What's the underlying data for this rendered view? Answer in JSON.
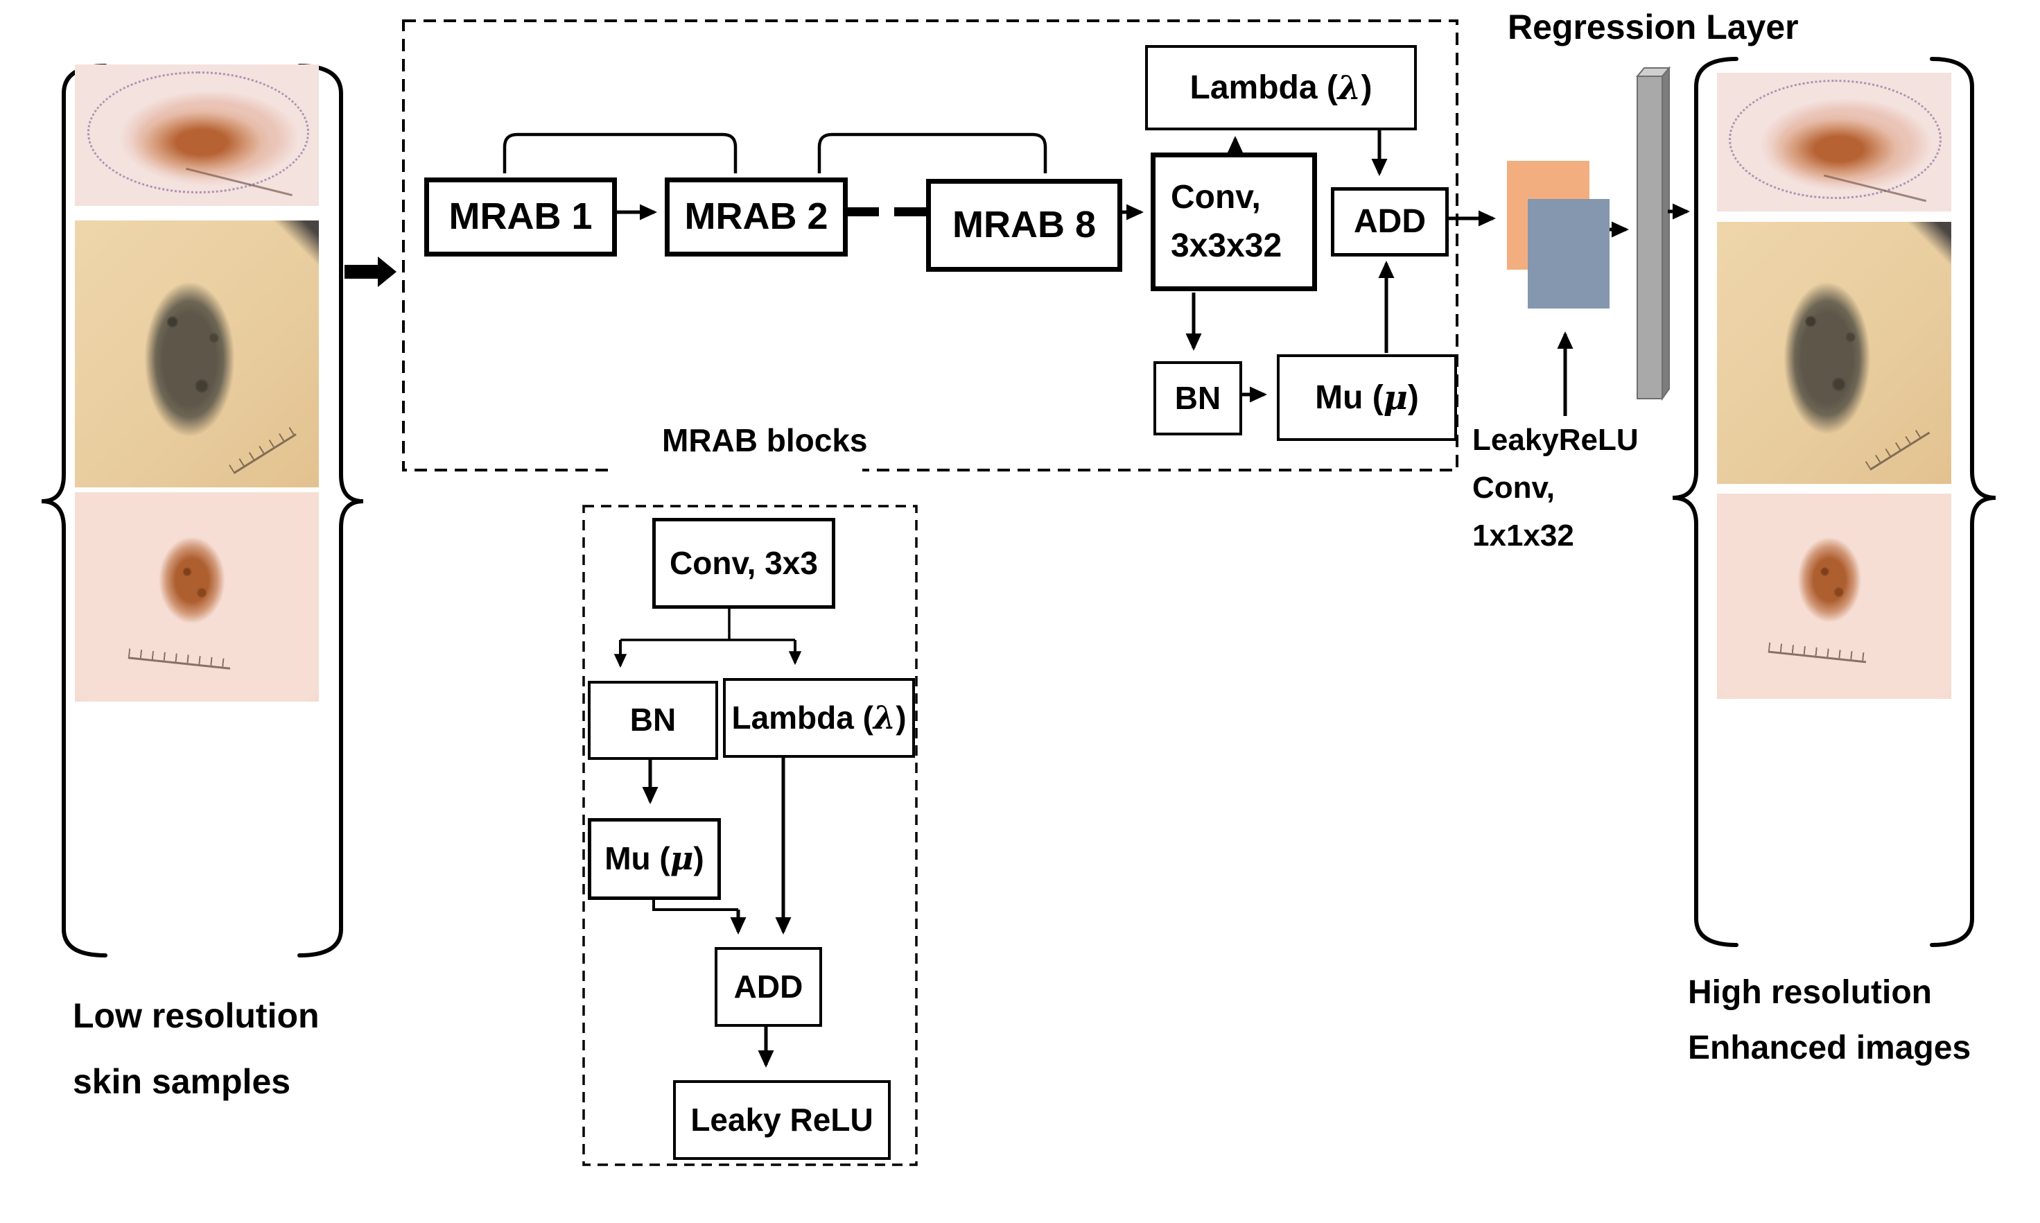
{
  "header": {
    "regression_title": "Regression Layer"
  },
  "left_panel": {
    "caption_line1": "Low resolution",
    "caption_line2": "skin samples"
  },
  "right_panel": {
    "caption_line1": "High resolution",
    "caption_line2": "Enhanced images"
  },
  "mrab_pipeline": {
    "caption": "MRAB blocks",
    "mrab1": "MRAB 1",
    "mrab2": "MRAB 2",
    "mrab8": "MRAB 8",
    "conv_line1": "Conv,",
    "conv_line2": "3x3x32",
    "lambda": "Lambda (λ)",
    "add": "ADD",
    "bn": "BN",
    "mu": "Mu (μ)"
  },
  "mrab_detail": {
    "conv": "Conv, 3x3",
    "bn": "BN",
    "lambda": "Lambda (λ)",
    "mu": "Mu (μ)",
    "add": "ADD",
    "leaky_relu": "Leaky ReLU"
  },
  "regression_block": {
    "line1": "LeakyReLU",
    "line2": "Conv,",
    "line3": "1x1x32"
  },
  "colors": {
    "feature_map_orange": "#F3AE7F",
    "feature_map_blue": "#8497AE",
    "regression_bar_gray": "#A9A9A9",
    "line_black": "#000000"
  }
}
